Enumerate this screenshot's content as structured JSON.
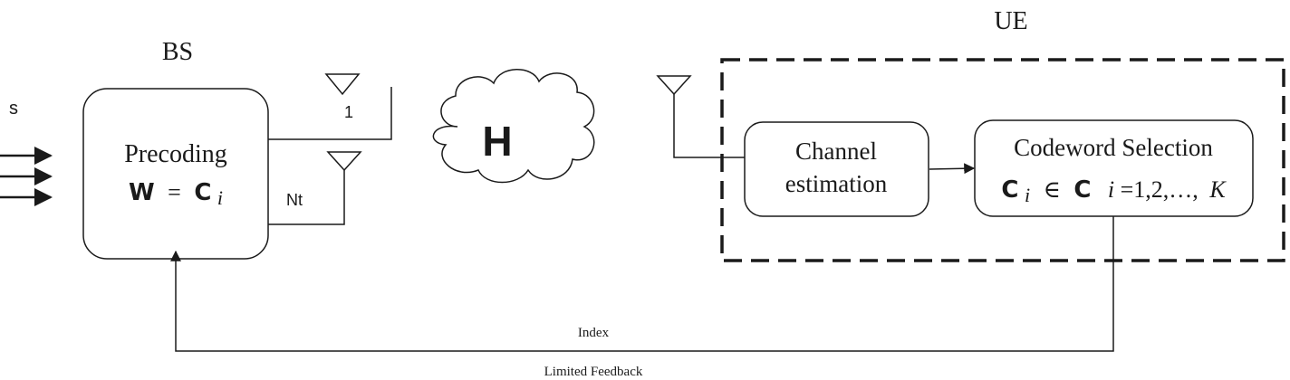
{
  "labels": {
    "input_signal": "s",
    "bs": "BS",
    "ue": "UE",
    "antenna_first": "1",
    "antenna_last": "Nt",
    "channel": "H",
    "index": "Index",
    "limited_feedback": "Limited Feedback"
  },
  "precoding_block": {
    "title": "Precoding",
    "eq_lhs": "W",
    "eq_sign": "=",
    "eq_rhs": "C",
    "eq_sub": "i"
  },
  "channel_estimation_block": {
    "line1": "Channel",
    "line2": "estimation"
  },
  "codeword_block": {
    "title": "Codeword Selection",
    "sym": "C",
    "sub": "i",
    "member": "∈",
    "set": "C",
    "index_var": "i",
    "index_range": "=1,2,…,",
    "index_end": "K"
  },
  "colors": {
    "stroke": "#1a1a1a",
    "background": "#ffffff"
  }
}
